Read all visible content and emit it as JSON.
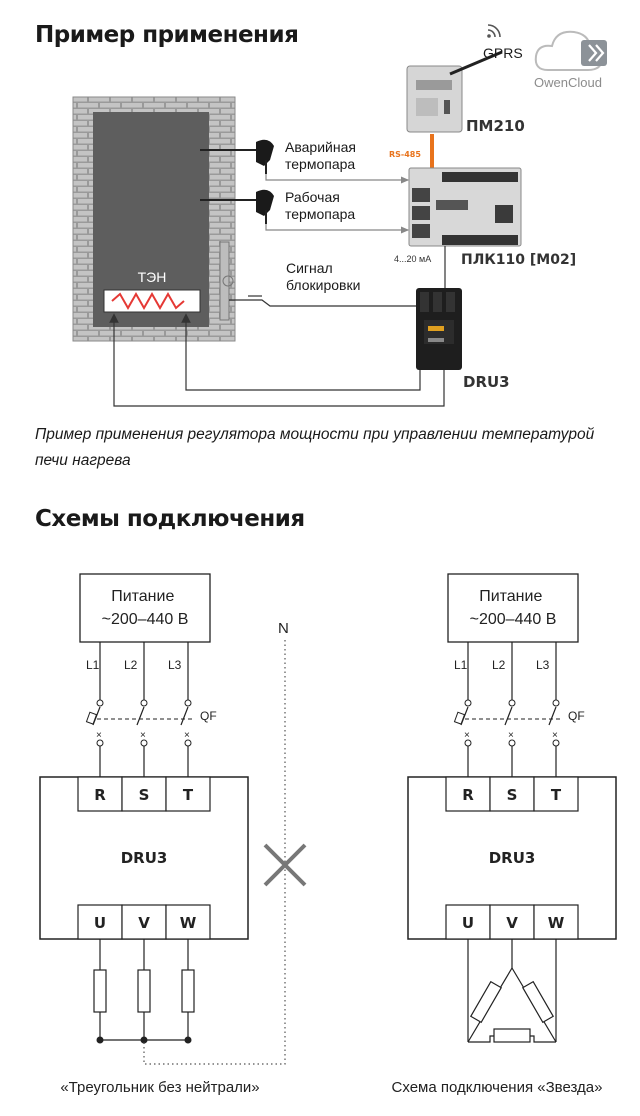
{
  "titles": {
    "application_example": "Пример применения",
    "connection_schemes": "Схемы подключения"
  },
  "caption": "Пример применения регулятора мощности при управлении температурой печи нагрева",
  "top_diagram": {
    "gprs_label": "GPRS",
    "cloud_label": "OwenCloud",
    "pm210_label": "ПМ210",
    "rs485_label": "RS-485",
    "plc_label": "ПЛК110 [М02]",
    "current_label": "4...20 мА",
    "dru3_label": "DRU3",
    "emergency_tc": [
      "Аварийная",
      "термопара"
    ],
    "working_tc": [
      "Рабочая",
      "термопара"
    ],
    "block_signal": [
      "Сигнал",
      "блокировки"
    ],
    "heater_label": "ТЭН",
    "colors": {
      "rs485": "#e8731c",
      "brick": "#8a8a8a",
      "oven_inner": "#5e5e5e"
    }
  },
  "schemes": {
    "left": {
      "power": [
        "Питание",
        "~200–440 В"
      ],
      "phases": [
        "L1",
        "L2",
        "L3"
      ],
      "qf": "QF",
      "inputs": [
        "R",
        "S",
        "T"
      ],
      "device": "DRU3",
      "outputs": [
        "U",
        "V",
        "W"
      ],
      "neutral": "N",
      "caption": "«Треугольник без нейтрали»"
    },
    "right": {
      "power": [
        "Питание",
        "~200–440 В"
      ],
      "phases": [
        "L1",
        "L2",
        "L3"
      ],
      "qf": "QF",
      "inputs": [
        "R",
        "S",
        "T"
      ],
      "device": "DRU3",
      "outputs": [
        "U",
        "V",
        "W"
      ],
      "caption": "Схема подключения «Звезда»"
    }
  }
}
